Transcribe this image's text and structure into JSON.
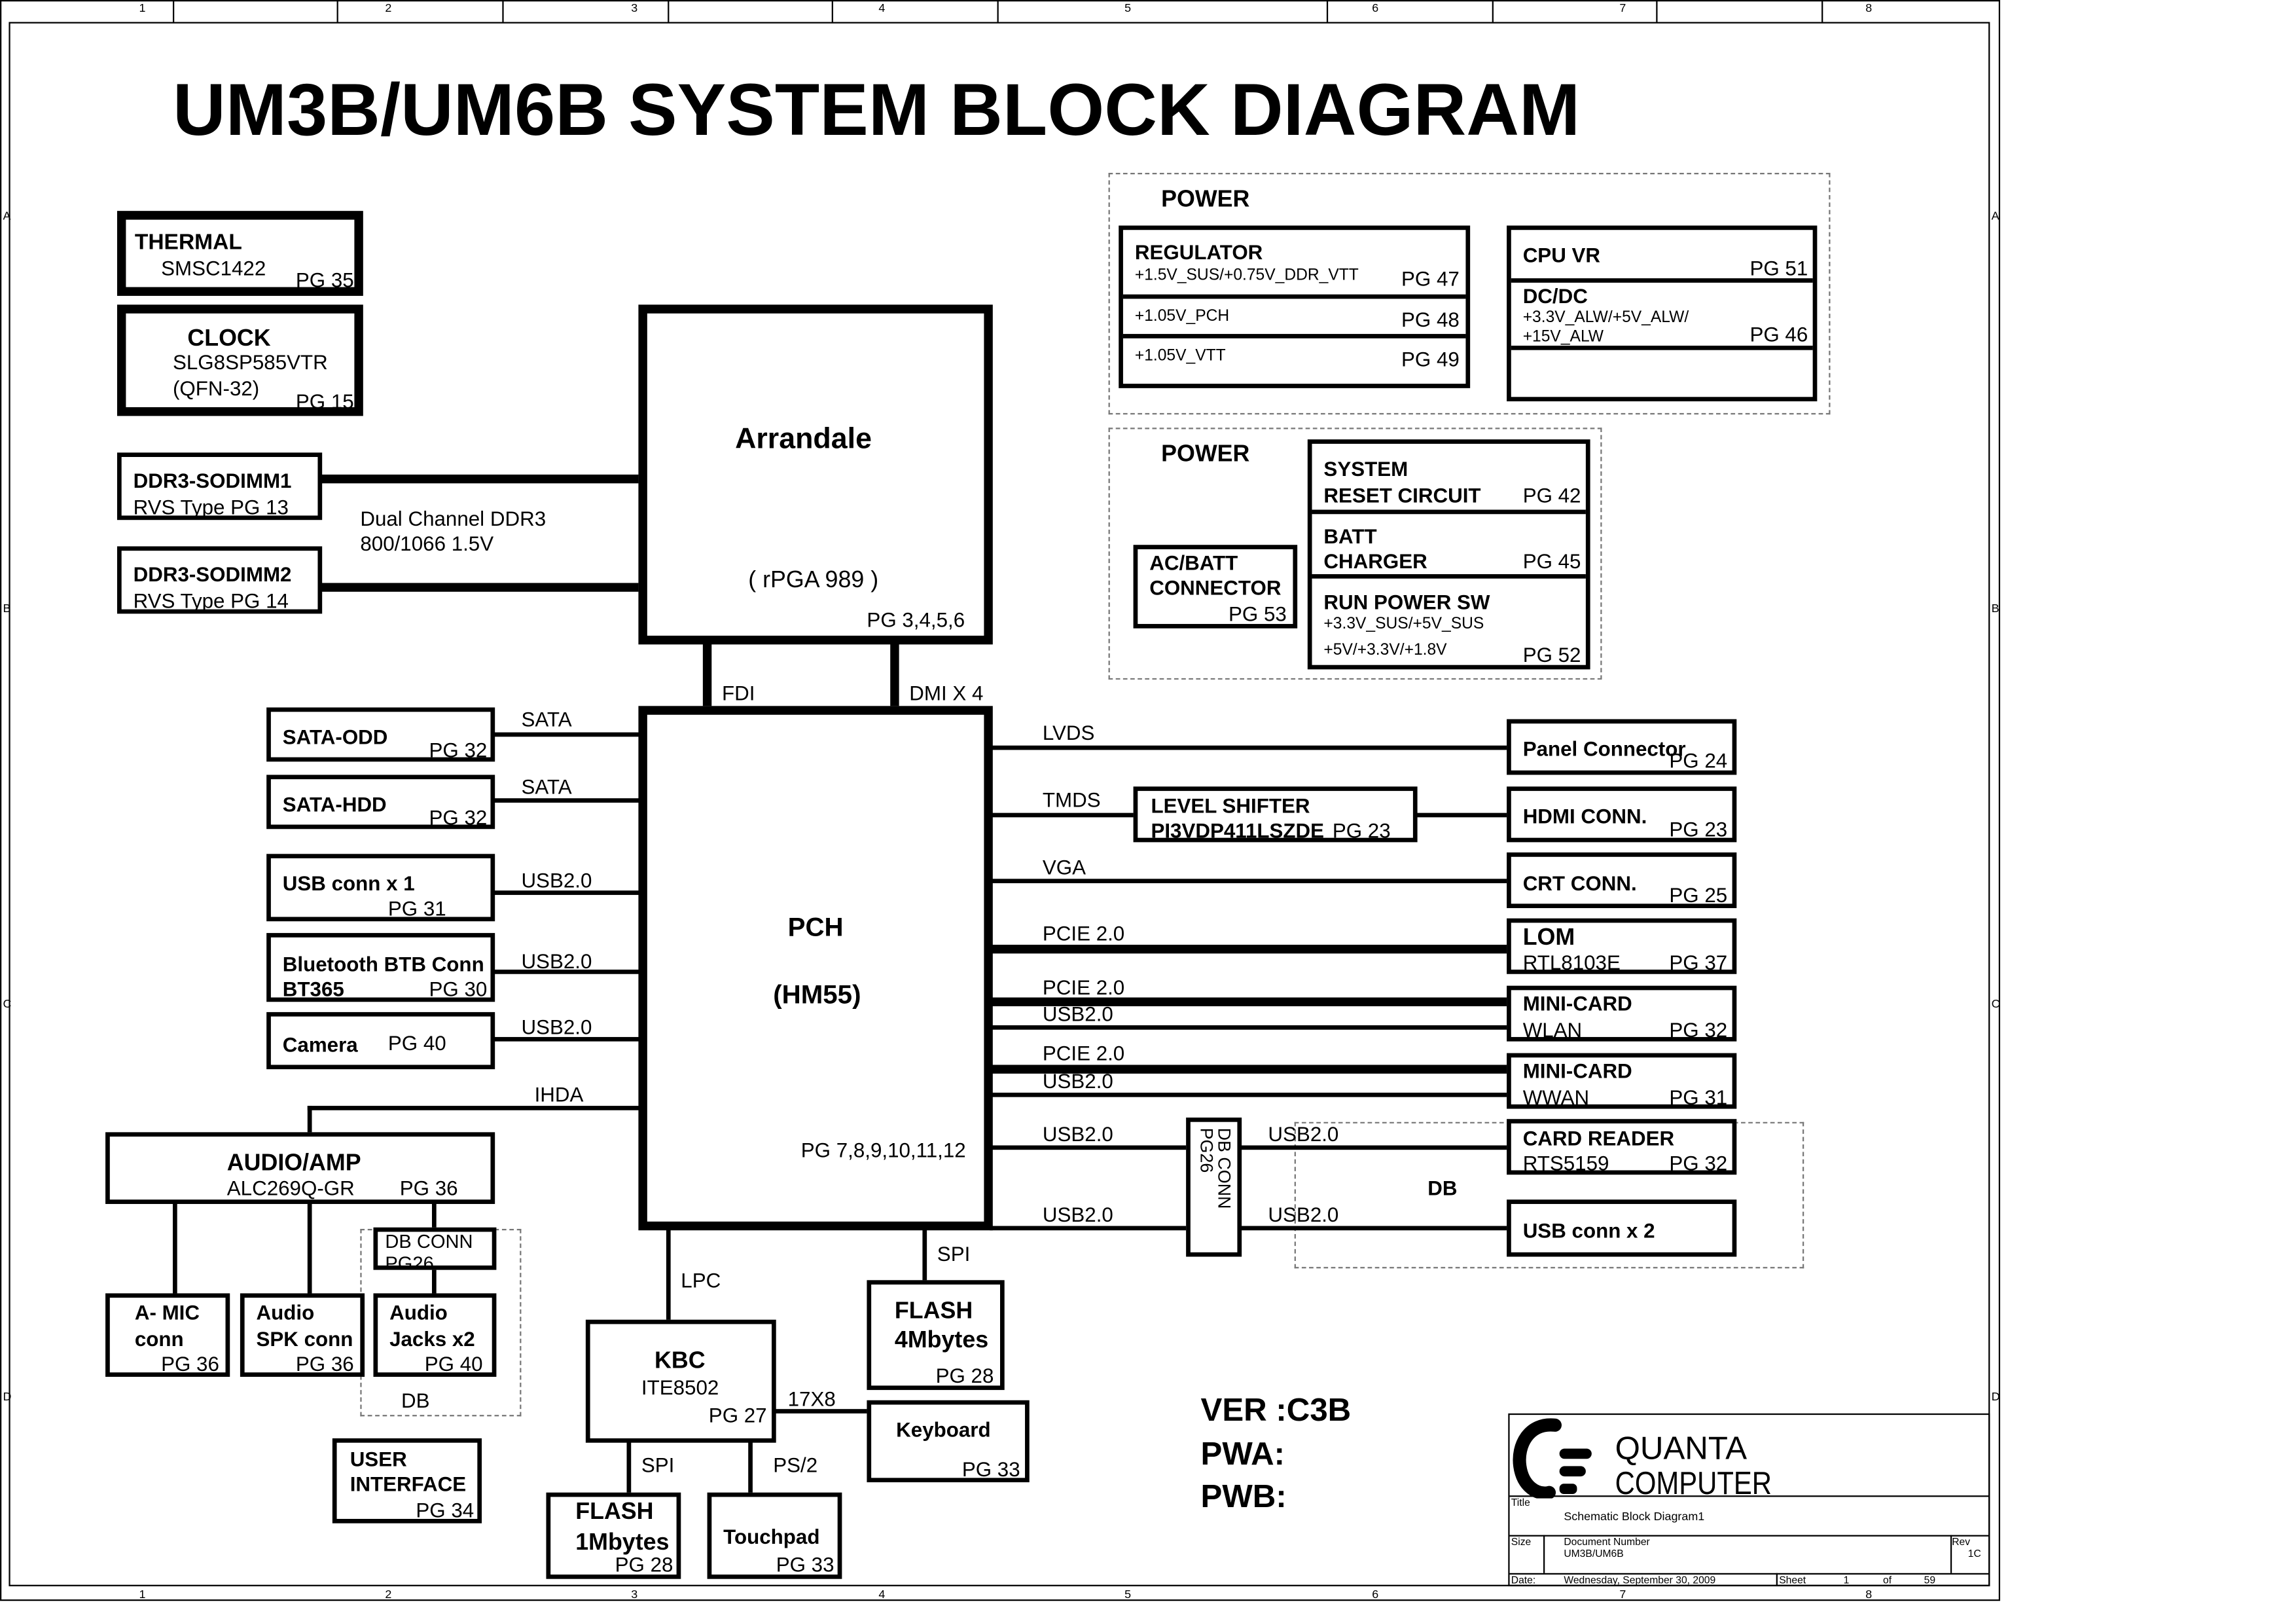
{
  "title": "UM3B/UM6B SYSTEM BLOCK DIAGRAM",
  "ruler": {
    "columns": [
      "1",
      "2",
      "3",
      "4",
      "5",
      "6",
      "7",
      "8"
    ],
    "rows": [
      "A",
      "B",
      "C",
      "D"
    ]
  },
  "blocks": {
    "thermal": {
      "name": "THERMAL",
      "part": "SMSC1422",
      "page": "PG 35"
    },
    "clock": {
      "name": "CLOCK",
      "part": "SLG8SP585VTR",
      "package": "(QFN-32)",
      "page": "PG 15"
    },
    "sodimm1": {
      "name": "DDR3-SODIMM1",
      "sub": "RVS Type  PG 13"
    },
    "sodimm2": {
      "name": "DDR3-SODIMM2",
      "sub": "RVS Type  PG 14"
    },
    "memory_bus": {
      "line1": "Dual Channel DDR3",
      "line2": "800/1066  1.5V"
    },
    "cpu": {
      "name": "Arrandale",
      "package": "( rPGA 989 )",
      "page": "PG 3,4,5,6"
    },
    "pch": {
      "name": "PCH",
      "model": "(HM55)",
      "page": "PG 7,8,9,10,11,12"
    },
    "sata_odd": {
      "name": "SATA-ODD",
      "page": "PG 32",
      "bus": "SATA"
    },
    "sata_hdd": {
      "name": "SATA-HDD",
      "page": "PG 32",
      "bus": "SATA"
    },
    "usb_conn1": {
      "name": "USB conn x 1",
      "page": "PG 31",
      "bus": "USB2.0"
    },
    "bluetooth": {
      "name": "Bluetooth BTB Conn",
      "part": "BT365",
      "page": "PG 30",
      "bus": "USB2.0"
    },
    "camera": {
      "name": "Camera",
      "page": "PG 40",
      "bus": "USB2.0"
    },
    "audio": {
      "name": "AUDIO/AMP",
      "part": "ALC269Q-GR",
      "page": "PG 36",
      "bus": "IHDA"
    },
    "audio_db_conn": {
      "name": "DB CONN",
      "page": "PG26"
    },
    "amic": {
      "name1": "A- MIC",
      "name2": "conn",
      "page": "PG 36"
    },
    "spk": {
      "name1": "Audio",
      "name2": "SPK conn",
      "page": "PG 36"
    },
    "jacks": {
      "name1": "Audio",
      "name2": "Jacks x2",
      "page": "PG 40"
    },
    "audio_db_label": "DB",
    "user_interface": {
      "name1": "USER",
      "name2": "INTERFACE",
      "page": "PG 34"
    },
    "kbc": {
      "name": "KBC",
      "part": "ITE8502",
      "page": "PG 27",
      "bus_up": "LPC"
    },
    "flash_4m": {
      "name1": "FLASH",
      "name2": "4Mbytes",
      "page": "PG 28",
      "bus": "SPI"
    },
    "keyboard": {
      "name": "Keyboard",
      "page": "PG 33",
      "bus": "17X8"
    },
    "flash_1m": {
      "name1": "FLASH",
      "name2": "1Mbytes",
      "page": "PG 28",
      "bus": "SPI"
    },
    "touchpad": {
      "name": "Touchpad",
      "page": "PG 33",
      "bus": "PS/2"
    },
    "fdi": "FDI",
    "dmi": "DMI X 4",
    "panel": {
      "name": "Panel Connector",
      "page": "PG 24",
      "bus": "LVDS"
    },
    "level_shifter": {
      "name": "LEVEL SHIFTER",
      "part": "PI3VDP411LSZDE",
      "page": "PG 23",
      "bus": "TMDS"
    },
    "hdmi": {
      "name": "HDMI CONN.",
      "page": "PG 23"
    },
    "crt": {
      "name": "CRT CONN.",
      "page": "PG 25",
      "bus": "VGA"
    },
    "lom": {
      "name": "LOM",
      "part": "RTL8103E",
      "page": "PG 37",
      "bus": "PCIE 2.0"
    },
    "wlan": {
      "name": "MINI-CARD",
      "part": "WLAN",
      "page": "PG 32",
      "bus1": "PCIE 2.0",
      "bus2": "USB2.0"
    },
    "wwan": {
      "name": "MINI-CARD",
      "part": "WWAN",
      "page": "PG 31",
      "bus1": "PCIE 2.0",
      "bus2": "USB2.0"
    },
    "db_conn_right": {
      "name": "DB CONN",
      "page": "PG26",
      "bus_in1": "USB2.0",
      "bus_in2": "USB2.0",
      "bus_out1": "USB2.0",
      "bus_out2": "USB2.0"
    },
    "card_reader": {
      "name": "CARD READER",
      "part": "RTS5159",
      "page": "PG 32"
    },
    "usb_conn2": {
      "name": "USB conn x 2"
    },
    "right_db_label": "DB"
  },
  "power1": {
    "label": "POWER",
    "regulator": {
      "name": "REGULATOR",
      "rail1": "+1.5V_SUS/+0.75V_DDR_VTT",
      "page1": "PG 47",
      "rail2": "+1.05V_PCH",
      "page2": "PG 48",
      "rail3": "+1.05V_VTT",
      "page3": "PG 49"
    },
    "cpu_vr": {
      "name": "CPU VR",
      "page": "PG 51"
    },
    "dcdc": {
      "name": "DC/DC",
      "rail1": "+3.3V_ALW/+5V_ALW/",
      "rail2": "+15V_ALW",
      "page": "PG 46"
    }
  },
  "power2": {
    "label": "POWER",
    "reset": {
      "name1": "SYSTEM",
      "name2": "RESET CIRCUIT",
      "page": "PG 42"
    },
    "charger": {
      "name1": "BATT",
      "name2": "CHARGER",
      "page": "PG 45"
    },
    "run_sw": {
      "name": "RUN POWER SW",
      "rail1": "+3.3V_SUS/+5V_SUS",
      "rail2": "+5V/+3.3V/+1.8V",
      "page": "PG 52"
    },
    "acbatt": {
      "name1": "AC/BATT",
      "name2": "CONNECTOR",
      "page": "PG 53"
    }
  },
  "version": {
    "ver": "VER :C3B",
    "pwa": "PWA:",
    "pwb": "PWB:"
  },
  "title_block": {
    "company1": "QUANTA",
    "company2": "COMPUTER",
    "title_label": "Title",
    "title": "Schematic Block Diagram1",
    "size_label": "Size",
    "doc_label": "Document Number",
    "doc": "UM3B/UM6B",
    "rev_label": "Rev",
    "rev": "1C",
    "date_label": "Date:",
    "date": "Wednesday, September 30, 2009",
    "sheet_label": "Sheet",
    "sheet": "1",
    "of_label": "of",
    "total": "59"
  }
}
